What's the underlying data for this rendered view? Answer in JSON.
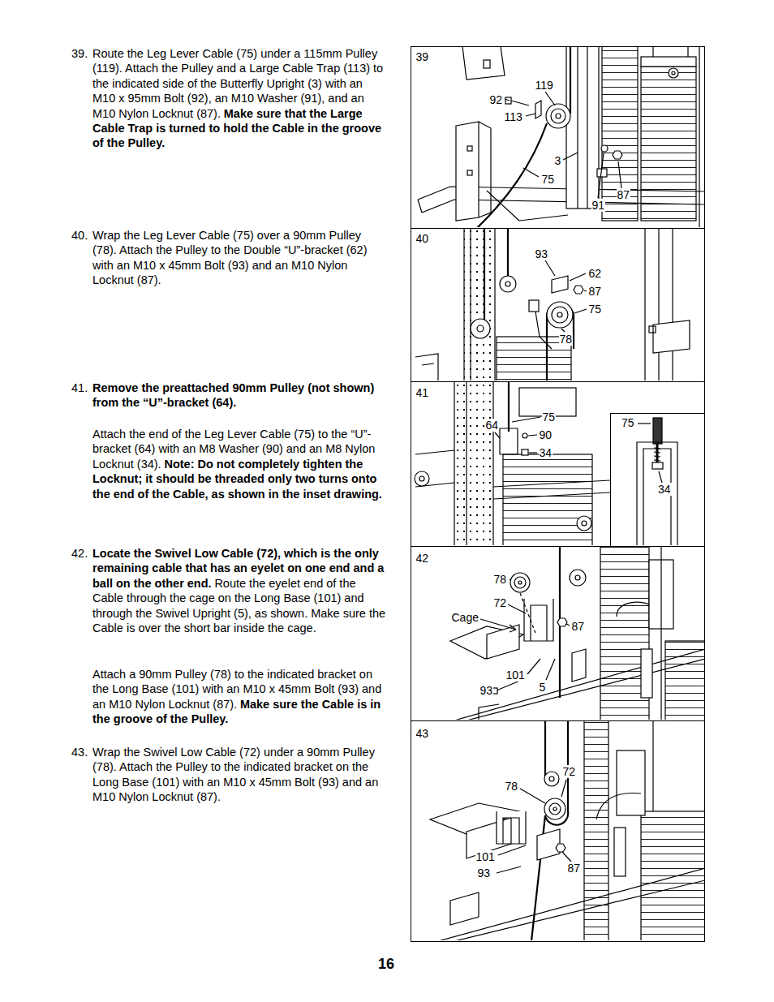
{
  "diagram": {
    "nodes": [
      {
        "text": [
          "39",
          "119",
          "92",
          "113",
          "3",
          "75",
          "91",
          "87"
        ]
      },
      {
        "text": [
          "40",
          "93",
          "62",
          "87",
          "75",
          "78"
        ]
      },
      {
        "text": [
          "41",
          "64",
          "75",
          "90",
          "34"
        ]
      },
      {
        "text": [
          "75",
          "34"
        ],
        "in": 2
      },
      {
        "text": [
          "42",
          "78",
          "72",
          "Cage",
          "87",
          "101",
          "93",
          "5"
        ]
      },
      {
        "text": [
          "43",
          "78",
          "72",
          "101",
          "93",
          "87"
        ]
      }
    ],
    "labels": [
      "39.",
      "Route the Leg Lever Cable (75) under a 115mm Pulley (119). Attach the Pulley and a Large Cable Trap (113) to the indicated side of the Butterfly Upright (3) with an M10 x 95mm Bolt (92), an M10 Washer (91), and an M10 Nylon Locknut (87).",
      "Make sure that the Large Cable Trap is turned to hold the Cable in the groove of the Pulley.",
      "40.",
      "Wrap the Leg Lever Cable (75) over a 90mm Pulley (78). Attach the Pulley to the Double “U”-bracket (62) with an M10 x 45mm Bolt (93) and an M10 Nylon Locknut (87).",
      "41.",
      "Remove the preattached 90mm Pulley (not shown) from the “U”-bracket (64).",
      "Attach the end of the Leg Lever Cable (75) to the “U”-bracket (64) with an M8 Washer (90) and an M8 Nylon Locknut (34).",
      "Note: Do not completely tighten the Locknut; it should be threaded only two turns onto the end of the Cable, as shown in the inset drawing.",
      "42.",
      "Locate the Swivel Low Cable (72), which is the only remaining cable that has an eyelet on one end and a ball on the other end.",
      "Route the eyelet end of the Cable through the cage on the Long Base (101) and through the Swivel Upright (5), as shown. Make sure the Cable is over the short bar inside the cage.",
      "Attach a 90mm Pulley (78) to the indicated bracket on the Long Base (101) with an M10 x 45mm Bolt (93) and an M10 Nylon Locknut (87).",
      "Make sure the Cable is in the groove of the Pulley.",
      "43.",
      "Wrap the Swivel Low Cable (72) under a 90mm Pulley (78). Attach the Pulley to the indicated bracket on the Long Base (101) with an M10 x 45mm Bolt (93) and an M10 Nylon Locknut (87).",
      "16"
    ]
  }
}
